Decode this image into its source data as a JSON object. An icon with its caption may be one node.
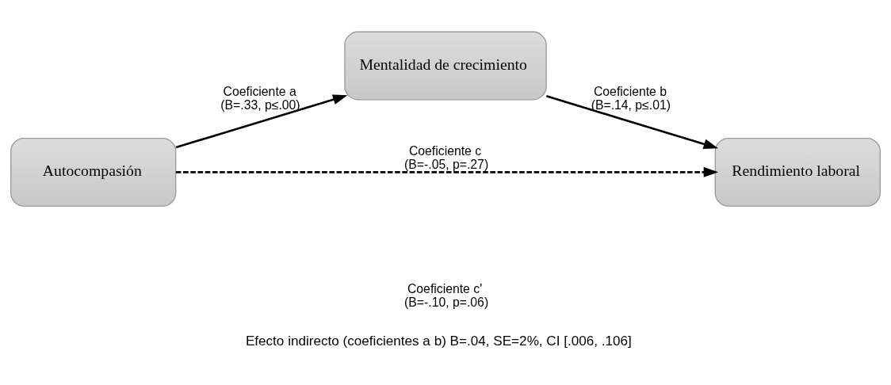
{
  "diagram": {
    "caption": "Efecto indirecto (coeficientes a b) B=.04, SE=2%, CI [.006, .106]",
    "nodes": [
      {
        "text": [
          "Autocompasión"
        ]
      },
      {
        "text": [
          "Mentalidad de crecimiento"
        ]
      },
      {
        "text": [
          "Rendimiento laboral"
        ]
      }
    ],
    "edges": [
      {
        "from": 0,
        "to": 1,
        "arrow": "to",
        "label": "Coeficiente a (B=.33, p≤.00)"
      },
      {
        "from": 1,
        "to": 2,
        "arrow": "to",
        "label": "Coeficiente b (B=.14, p≤.01)"
      },
      {
        "from": 0,
        "to": 2,
        "arrow": "to",
        "style": "dashed",
        "label": "Coeficiente c (B=-.05, p=.27)"
      }
    ],
    "labels": [
      "Coeficiente c' (B=-.10, p=.06)"
    ]
  }
}
